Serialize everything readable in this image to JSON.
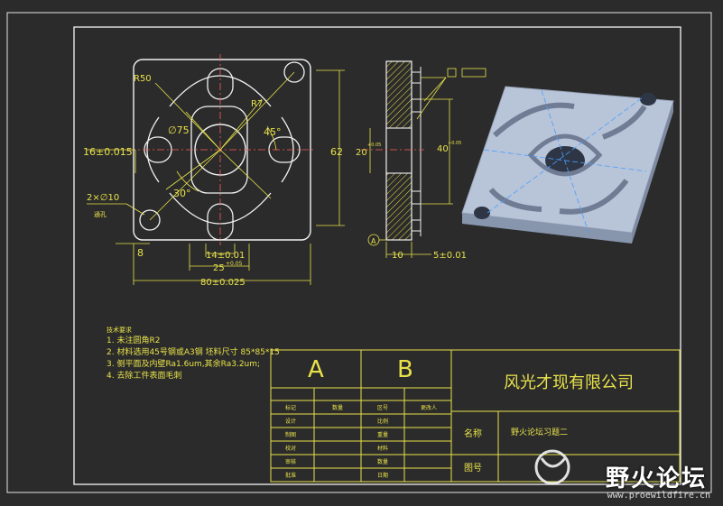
{
  "colors": {
    "background": "#2b2b2b",
    "frame": "#e6e6e6",
    "title_block": "#e8e24a",
    "dimension": "#e8e24a",
    "drawing": "#f2f2f2",
    "centerline": "#ff5a5a",
    "model_face": "#b8c4d8",
    "model_dark": "#8795ad"
  },
  "dims": {
    "r50": "R50",
    "r7": "R7",
    "phi75": "∅75",
    "angle45": "45°",
    "angle30": "30°",
    "h16": "16±0.015",
    "h62": "62",
    "holes": "2×∅10",
    "holes_note": "通孔",
    "d8": "8",
    "w14": "14±0.01",
    "w25": "25",
    "w25_tol": "+0.05",
    "w80": "80±0.025",
    "s20": "20",
    "s20_tol": "+0.05",
    "s40": "40",
    "s40_tol": "+0.05",
    "s10": "10",
    "s5": "5±0.01",
    "datum_a": "A"
  },
  "notes": {
    "heading": "技术要求",
    "lines": [
      "1. 未注圆角R2",
      "2. 材料选用45号钢或A3钢  坯料尺寸 85*85*15",
      "3. 侧平面及内壁Ra1.6um,其余Ra3.2um;",
      "4. 去除工件表面毛刺"
    ]
  },
  "title_block": {
    "col_a": "A",
    "col_b": "B",
    "company": "风光才现有限公司",
    "name_label": "名称",
    "name_value": "野火论坛习题二",
    "drawing_no_label": "图号",
    "rows_left": [
      "标记",
      "设计",
      "制图",
      "校对",
      "审核",
      "批准"
    ],
    "rows_right": [
      "比例",
      "重量",
      "材料",
      "数量",
      "日期"
    ],
    "header_qty": "数量",
    "header_zone": "区号",
    "header_sign": "更改人"
  },
  "watermark": {
    "text": "野火论坛",
    "url": "www.proewildfire.cn"
  }
}
